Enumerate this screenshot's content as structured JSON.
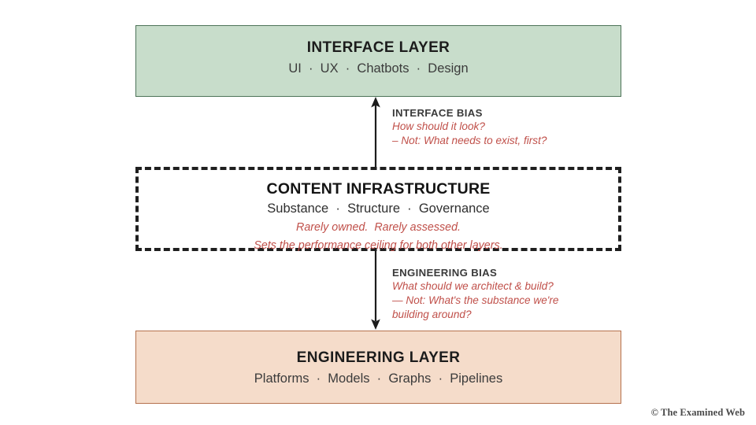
{
  "diagram": {
    "layers": {
      "interface": {
        "title": "INTERFACE LAYER",
        "subtitle": "UI  ·  UX  ·  Chatbots  ·  Design",
        "fill_color": "#c8ddcb",
        "border_color": "#4d7358"
      },
      "content": {
        "title": "CONTENT INFRASTRUCTURE",
        "subtitle": "Substance  ·  Structure  ·  Governance",
        "note_line_1": "Rarely owned.  Rarely assessed.",
        "note_line_2": "Sets the performance ceiling for both other layers.",
        "fill_color": "#ffffff",
        "border_color": "#1f1f1f",
        "border_style": "dashed"
      },
      "engineering": {
        "title": "ENGINEERING LAYER",
        "subtitle": "Platforms  ·  Models  ·  Graphs  ·  Pipelines",
        "fill_color": "#f5dcca",
        "border_color": "#b5714d"
      }
    },
    "annotations": {
      "interface_bias": {
        "title": "INTERFACE BIAS",
        "line_1": "How should it look?",
        "line_2": "– Not: What needs to exist, first?",
        "accent_color": "#c0504a"
      },
      "engineering_bias": {
        "title": "ENGINEERING BIAS",
        "line_1": "What should we architect & build?",
        "line_2": "— Not: What's the substance we're",
        "line_3": "building around?",
        "accent_color": "#c0504a"
      }
    },
    "arrows": {
      "up_direction": "up",
      "down_direction": "down",
      "color": "#1c1c1c"
    },
    "footer": {
      "credit": "© The Examined Web"
    }
  }
}
